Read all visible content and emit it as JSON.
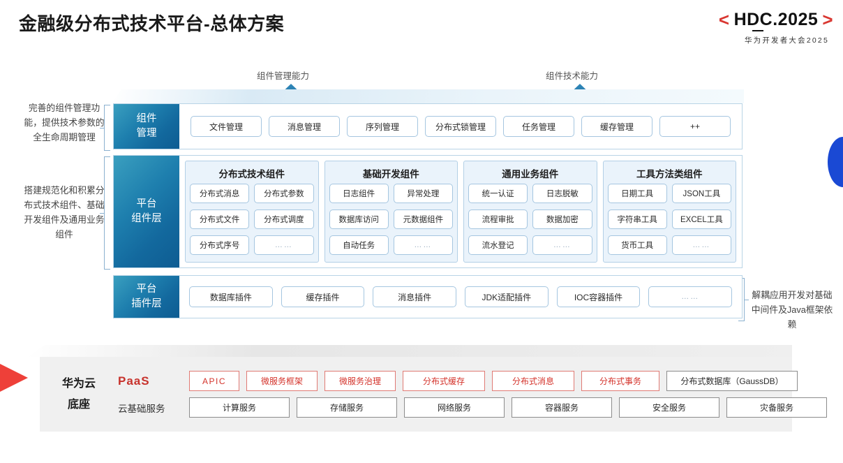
{
  "header": {
    "title": "金融级分布式技术平台-总体方案",
    "logo": {
      "left_bracket": "<",
      "text": "HDC.2025",
      "right_bracket": ">",
      "subtitle": "华为开发者大会2025",
      "bracket_color": "#d93731"
    }
  },
  "arrows": [
    {
      "label": "组件管理能力",
      "name": "arrow-component-management"
    },
    {
      "label": "组件技术能力",
      "name": "arrow-component-technology"
    }
  ],
  "side_notes": {
    "left_top": "完善的组件管理功能，提供技术参数的全生命周期管理",
    "left_middle": "搭建规范化和积累分布式技术组件、基础开发组件及通用业务组件",
    "right_bottom": "解耦应用开发对基础中间件及Java框架依赖"
  },
  "layers": {
    "component_management": {
      "label": "组件\n管理",
      "label_line1": "组件",
      "label_line2": "管理",
      "items": [
        "文件管理",
        "消息管理",
        "序列管理",
        "分布式锁管理",
        "任务管理",
        "缓存管理",
        "++"
      ]
    },
    "platform_component": {
      "label_line1": "平台",
      "label_line2": "组件层",
      "groups": [
        {
          "title": "分布式技术组件",
          "items": [
            "分布式消息",
            "分布式参数",
            "分布式文件",
            "分布式调度",
            "分布式序号",
            "……"
          ]
        },
        {
          "title": "基础开发组件",
          "items": [
            "日志组件",
            "异常处理",
            "数据库访问",
            "元数据组件",
            "自动任务",
            "……"
          ]
        },
        {
          "title": "通用业务组件",
          "items": [
            "统一认证",
            "日志脱敏",
            "流程审批",
            "数据加密",
            "流水登记",
            "……"
          ]
        },
        {
          "title": "工具方法类组件",
          "items": [
            "日期工具",
            "JSON工具",
            "字符串工具",
            "EXCEL工具",
            "货币工具",
            "……"
          ]
        }
      ]
    },
    "platform_plugin": {
      "label_line1": "平台",
      "label_line2": "插件层",
      "items": [
        "数据库插件",
        "缓存插件",
        "消息插件",
        "JDK适配插件",
        "IOC容器插件",
        "……"
      ]
    }
  },
  "base": {
    "title_line1": "华为云",
    "title_line2": "底座",
    "rows": [
      {
        "label": "PaaS",
        "style": "paas",
        "items": [
          {
            "text": "APIC",
            "variant": "red",
            "width": 72
          },
          {
            "text": "微服务框架",
            "variant": "red",
            "width": 102
          },
          {
            "text": "微服务治理",
            "variant": "red",
            "width": 102
          },
          {
            "text": "分布式缓存",
            "variant": "red",
            "width": 118
          },
          {
            "text": "分布式消息",
            "variant": "red",
            "width": 118
          },
          {
            "text": "分布式事务",
            "variant": "red",
            "width": 112
          },
          {
            "text": "分布式数据库（GaussDB）",
            "variant": "gray",
            "width": 188
          }
        ]
      },
      {
        "label": "云基础服务",
        "style": "normal",
        "items": [
          {
            "text": "计算服务",
            "variant": "gray",
            "width": 144
          },
          {
            "text": "存储服务",
            "variant": "gray",
            "width": 144
          },
          {
            "text": "网络服务",
            "variant": "gray",
            "width": 144
          },
          {
            "text": "容器服务",
            "variant": "gray",
            "width": 144
          },
          {
            "text": "安全服务",
            "variant": "gray",
            "width": 144
          },
          {
            "text": "灾备服务",
            "variant": "gray",
            "width": 144
          }
        ]
      }
    ]
  },
  "colors": {
    "accent_red": "#d4332b",
    "accent_blue": "#1a49d4",
    "layer_blue": "#1e7fae",
    "border_blue": "#a5c6e0"
  }
}
